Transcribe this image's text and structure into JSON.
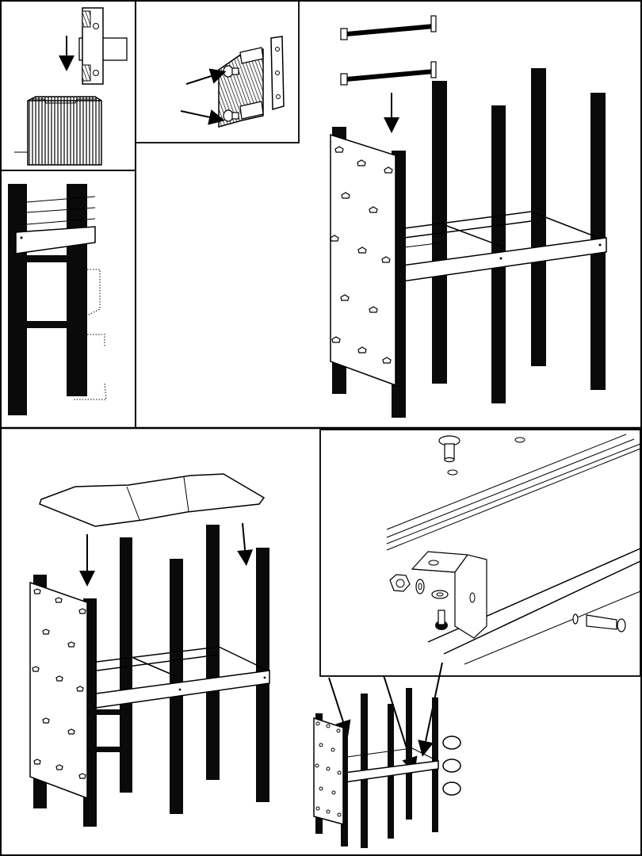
{
  "document": {
    "type": "assembly-instructions",
    "text_content": []
  },
  "panels": [
    {
      "name": "connector-insert-detail"
    },
    {
      "name": "bolt-plate-detail"
    },
    {
      "name": "frame-assembly-step"
    },
    {
      "name": "leg-spacing-detail"
    },
    {
      "name": "top-board-step"
    },
    {
      "name": "bracket-hardware-detail"
    },
    {
      "name": "overview-small"
    }
  ],
  "colors": {
    "ink": "#000000",
    "paper": "#ffffff"
  },
  "icons": [
    "down-arrow-icon",
    "pointer-arrow-icon",
    "bolt-icon",
    "nut-icon",
    "washer-icon",
    "corner-bracket-icon",
    "climbing-hold-icon",
    "callout-circle-icon"
  ]
}
